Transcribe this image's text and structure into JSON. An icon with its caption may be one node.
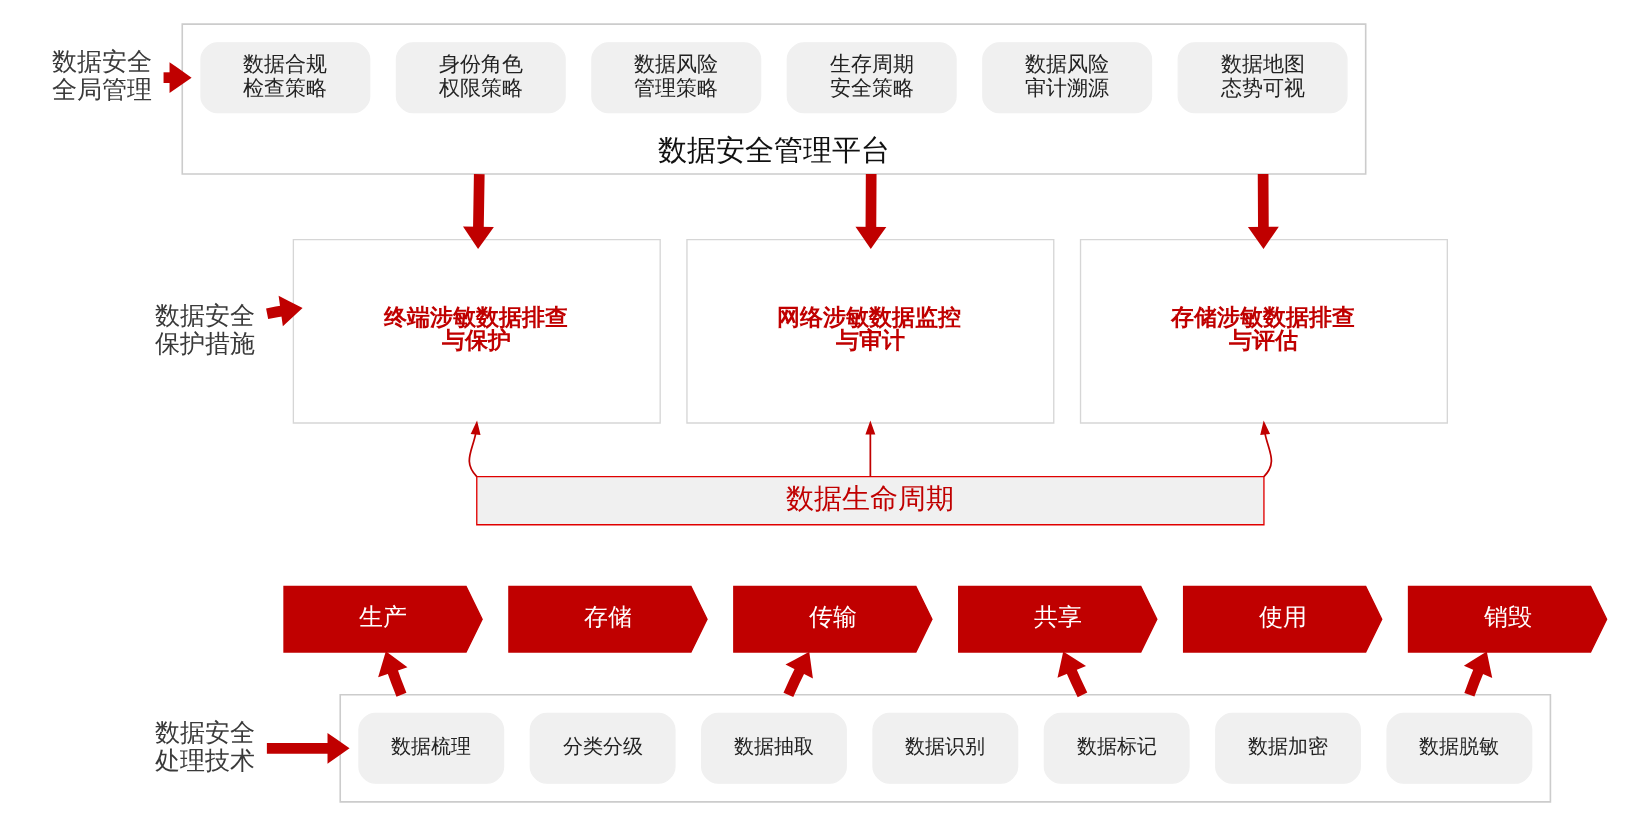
{
  "diagram": {
    "nodes": [
      {
        "text": [
          "数据安全全局管理"
        ]
      },
      {
        "text": [
          "数据安全管理平台"
        ]
      },
      {
        "text": [
          "数据合规检查策略"
        ],
        "in": 1
      },
      {
        "text": [
          "身份角色权限策略"
        ],
        "in": 1
      },
      {
        "text": [
          "数据风险管理策略"
        ],
        "in": 1
      },
      {
        "text": [
          "生存周期安全策略"
        ],
        "in": 1
      },
      {
        "text": [
          "数据风险审计溯源"
        ],
        "in": 1
      },
      {
        "text": [
          "数据地图态势可视"
        ],
        "in": 1
      },
      {
        "text": [
          "数据安全保护措施"
        ]
      },
      {
        "text": [
          "终端涉敏数据排查与保护"
        ]
      },
      {
        "text": [
          "网络涉敏数据监控与审计"
        ]
      },
      {
        "text": [
          "存储涉敏数据排查与评估"
        ]
      },
      {
        "text": [
          "数据生命周期"
        ]
      },
      {
        "text": [
          "生产"
        ]
      },
      {
        "text": [
          "存储"
        ]
      },
      {
        "text": [
          "传输"
        ]
      },
      {
        "text": [
          "共享"
        ]
      },
      {
        "text": [
          "使用"
        ]
      },
      {
        "text": [
          "销毁"
        ]
      },
      {
        "text": [
          "数据安全处理技术"
        ]
      },
      {
        "text": [],
        "shape": "box"
      },
      {
        "text": [
          "数据梳理"
        ],
        "in": 20
      },
      {
        "text": [
          "分类分级"
        ],
        "in": 20
      },
      {
        "text": [
          "数据抽取"
        ],
        "in": 20
      },
      {
        "text": [
          "数据识别"
        ],
        "in": 20
      },
      {
        "text": [
          "数据标记"
        ],
        "in": 20
      },
      {
        "text": [
          "数据加密"
        ],
        "in": 20
      },
      {
        "text": [
          "数据脱敏"
        ],
        "in": 20
      }
    ],
    "edges": [
      {
        "from": 0,
        "to": 1,
        "arrow": "to"
      },
      {
        "from": 8,
        "to": 9,
        "arrow": "to"
      },
      {
        "from": 19,
        "to": 20,
        "arrow": "to"
      },
      {
        "from": 1,
        "to": 9,
        "arrow": "to"
      },
      {
        "from": 1,
        "to": 10,
        "arrow": "to"
      },
      {
        "from": 1,
        "to": 11,
        "arrow": "to"
      },
      {
        "from": 12,
        "to": 9,
        "arrow": "to"
      },
      {
        "from": 12,
        "to": 10,
        "arrow": "to"
      },
      {
        "from": 12,
        "to": 11,
        "arrow": "to"
      },
      {
        "from": 20,
        "to": 13,
        "arrow": "to"
      },
      {
        "from": 20,
        "to": 15,
        "arrow": "to"
      },
      {
        "from": 20,
        "to": 16,
        "arrow": "to"
      },
      {
        "from": 20,
        "to": 18,
        "arrow": "to"
      }
    ]
  }
}
